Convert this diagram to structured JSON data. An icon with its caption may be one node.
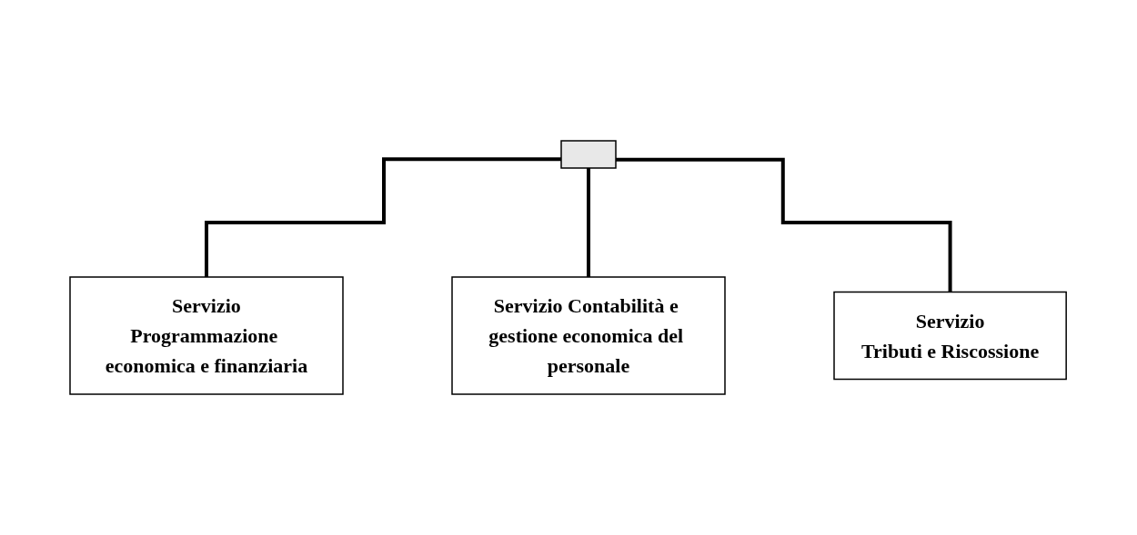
{
  "diagram": {
    "nodes": [
      {
        "text": [],
        "shape": "box"
      },
      {
        "text": [
          "Servizio",
          "Programmazione economica e finanziaria"
        ]
      },
      {
        "text": [
          "Servizio Contabilità e gestione economica del personale"
        ]
      },
      {
        "text": [
          "Servizio",
          "Tributi e Riscossione"
        ]
      }
    ],
    "edges": [
      {
        "from": 0,
        "to": 1,
        "arrow": "none"
      },
      {
        "from": 0,
        "to": 2,
        "arrow": "none"
      },
      {
        "from": 0,
        "to": 3,
        "arrow": "none"
      }
    ]
  }
}
